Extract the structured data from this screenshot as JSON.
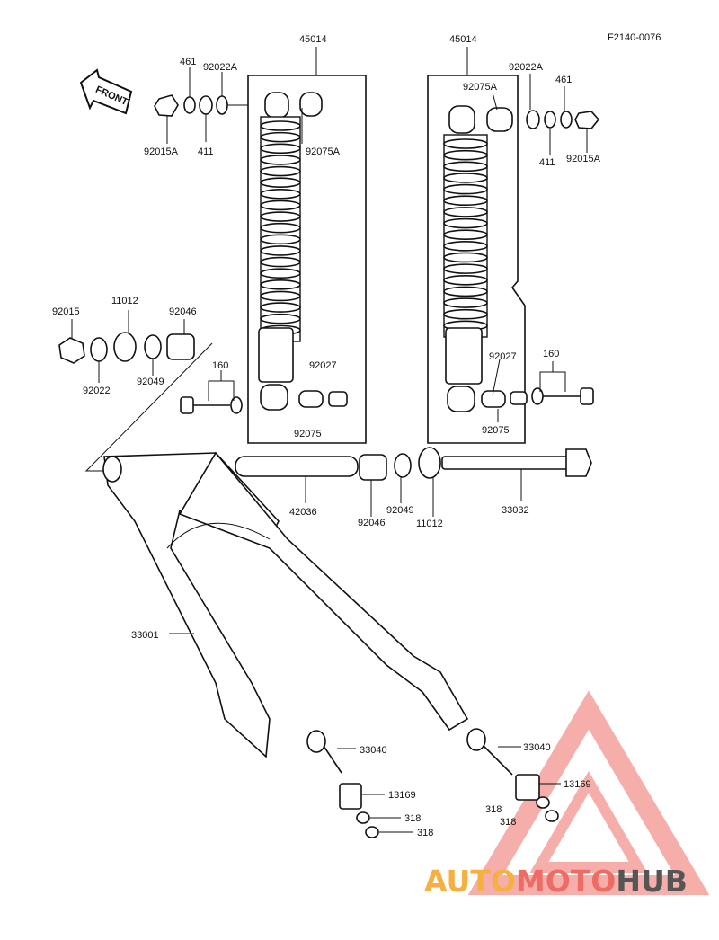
{
  "diagram_code": "F2140-0076",
  "front_label": "FRONT",
  "watermark": {
    "part1": "AUTO",
    "part2": "MOTO",
    "part3": "HUB",
    "color1": "#f5b041",
    "color2": "#ee6c63",
    "color3": "#555555"
  },
  "labels": {
    "l_45014_left": "45014",
    "l_45014_right": "45014",
    "l_461_left": "461",
    "l_92022A_left": "92022A",
    "l_92015A_left": "92015A",
    "l_411_left": "411",
    "l_92075A_left": "92075A",
    "l_92075A_right": "92075A",
    "l_92022A_right": "92022A",
    "l_461_right": "461",
    "l_411_right": "411",
    "l_92015A_right": "92015A",
    "l_92015": "92015",
    "l_11012_top": "11012",
    "l_92046_top": "92046",
    "l_92022": "92022",
    "l_92049_left": "92049",
    "l_160_left": "160",
    "l_160_right": "160",
    "l_92027_left": "92027",
    "l_92027_right": "92027",
    "l_92075_left": "92075",
    "l_92075_right": "92075",
    "l_42036": "42036",
    "l_92046_bot": "92046",
    "l_92049_bot": "92049",
    "l_11012_bot": "11012",
    "l_33032": "33032",
    "l_33001": "33001",
    "l_33040_left": "33040",
    "l_33040_right": "33040",
    "l_13169_left": "13169",
    "l_13169_right": "13169",
    "l_318_a": "318",
    "l_318_b": "318",
    "l_318_c": "318",
    "l_318_d": "318"
  }
}
